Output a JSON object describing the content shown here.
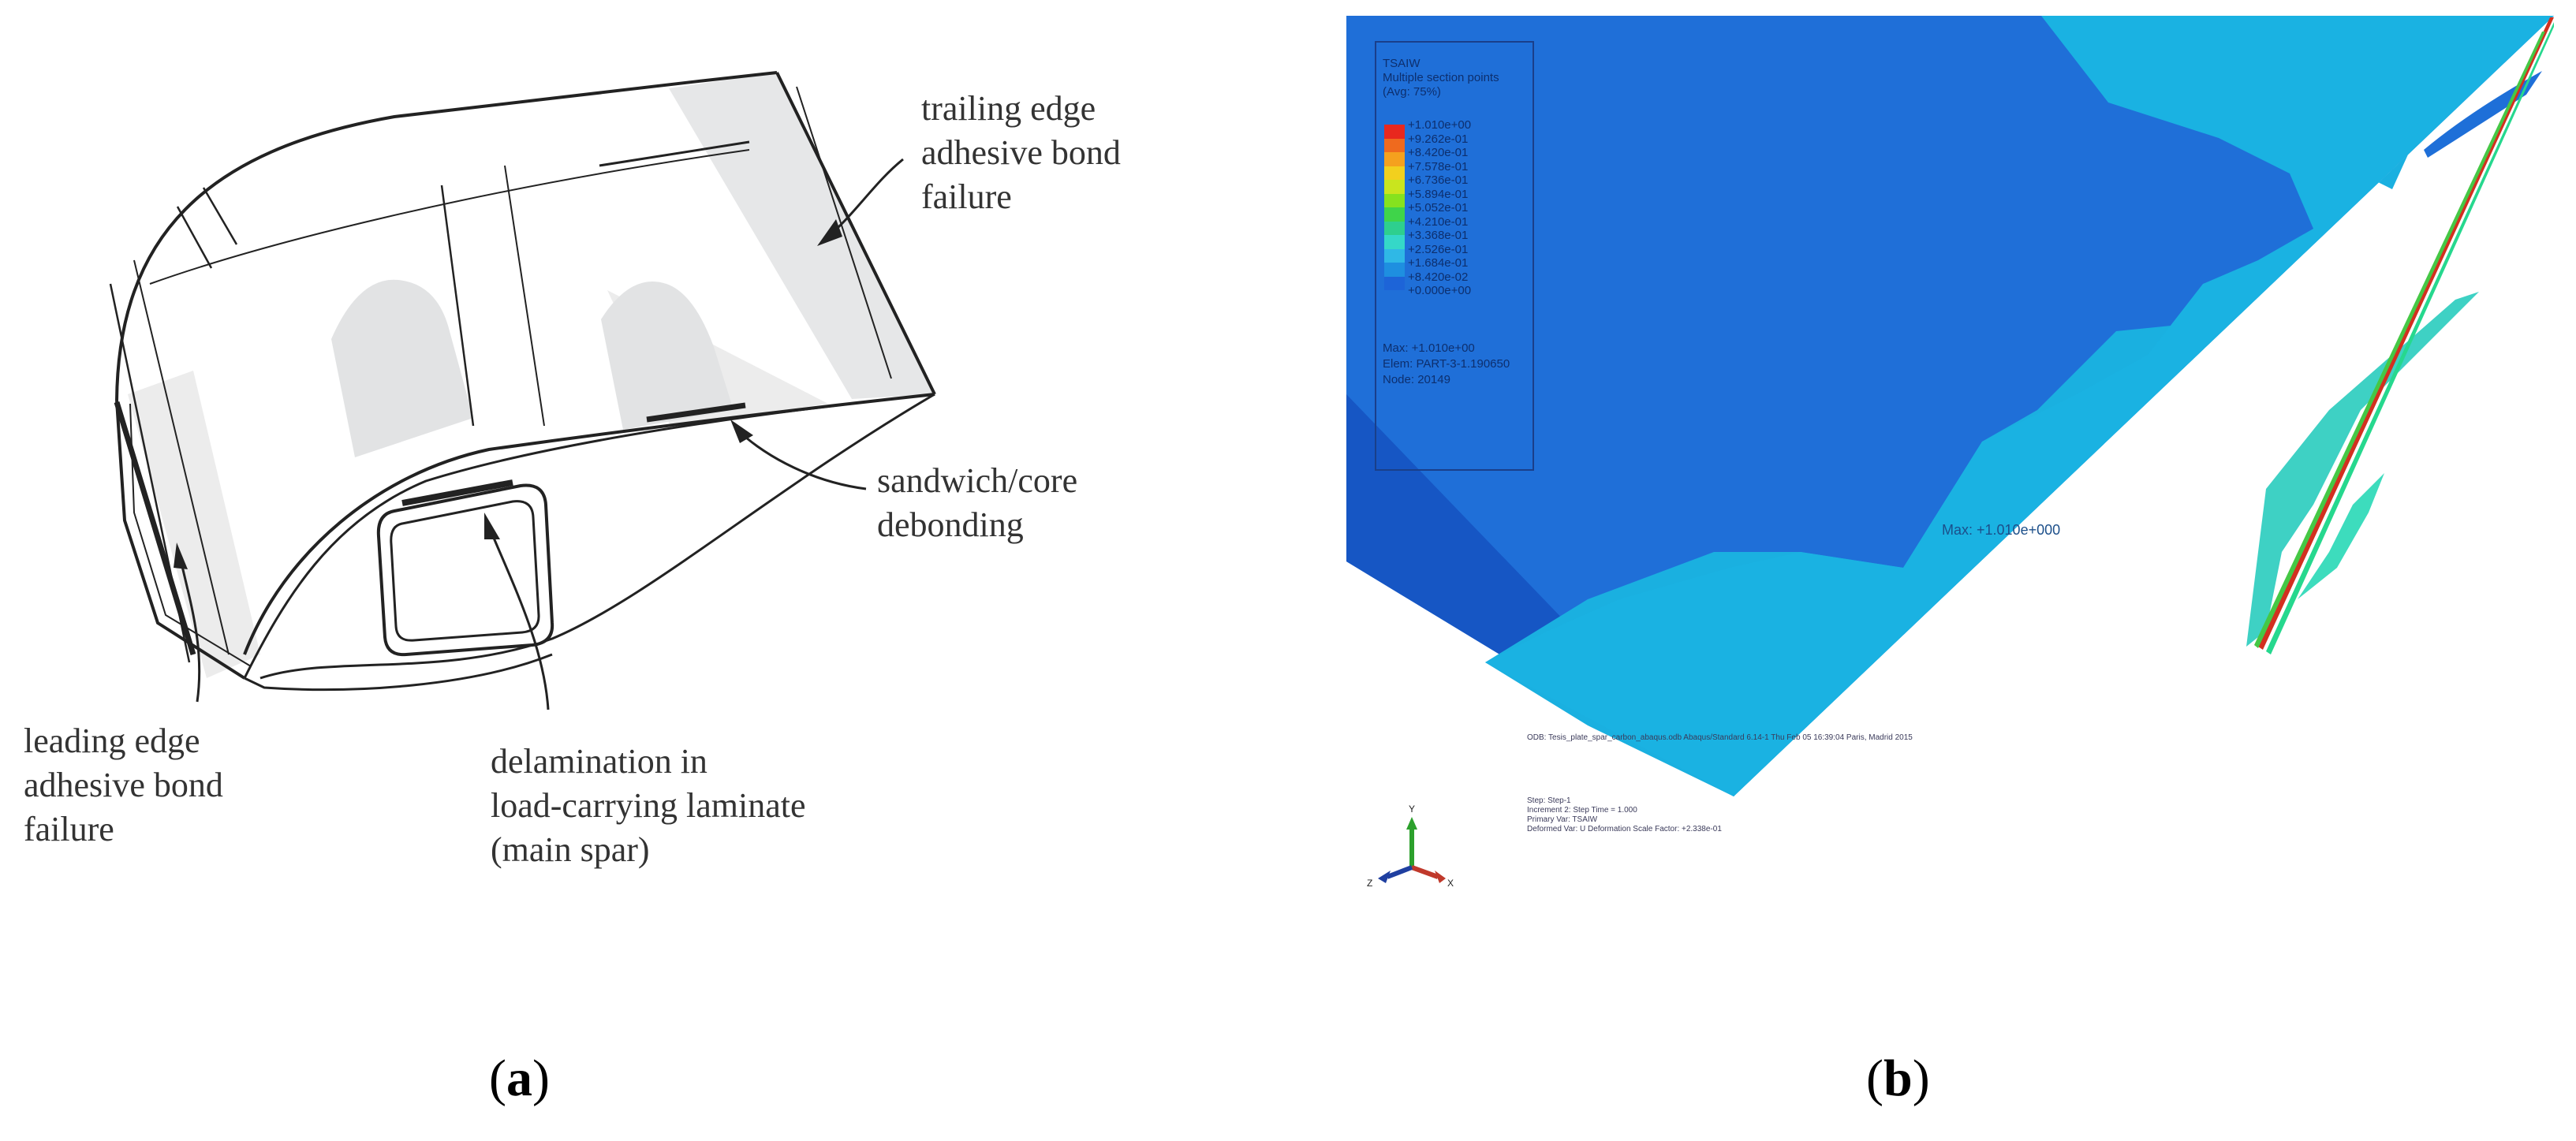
{
  "panel_a": {
    "annotations": {
      "trailing_edge": [
        "trailing edge",
        "adhesive bond",
        "failure"
      ],
      "sandwich": [
        "sandwich/core",
        "debonding"
      ],
      "leading_edge": [
        "leading edge",
        "adhesive bond",
        "failure"
      ],
      "delamination": [
        "delamination in",
        "load-carrying laminate",
        "(main spar)"
      ]
    },
    "caption": {
      "open": "(",
      "letter": "a",
      "close": ")"
    }
  },
  "panel_b": {
    "legend": {
      "title": "TSAIW",
      "subtitle": "Multiple section points",
      "avg": "(Avg: 75%)",
      "ticks": [
        "+1.010e+00",
        "+9.262e-01",
        "+8.420e-01",
        "+7.578e-01",
        "+6.736e-01",
        "+5.894e-01",
        "+5.052e-01",
        "+4.210e-01",
        "+3.368e-01",
        "+2.526e-01",
        "+1.684e-01",
        "+8.420e-02",
        "+0.000e+00"
      ],
      "colors": [
        "#e8281e",
        "#ef6a1e",
        "#f5a11e",
        "#f2d01e",
        "#c9e51e",
        "#86e21e",
        "#3fd44a",
        "#2ecf8e",
        "#35d8c8",
        "#2fb8e6",
        "#1e8fe0",
        "#1d64d8"
      ],
      "max": "Max: +1.010e+00",
      "elem": "Elem: PART-3-1.190650",
      "node": "Node: 20149"
    },
    "max_label": "Max: +1.010e+000",
    "footer": {
      "odb": "ODB: Tesis_plate_spar_carbon_abaqus.odb    Abaqus/Standard 6.14-1    Thu Feb 05 16:39:04 Paris, Madrid 2015",
      "step": "Step: Step-1",
      "increment": "Increment    2: Step Time =    1.000",
      "primary": "Primary Var: TSAIW",
      "deformed": "Deformed Var: U   Deformation Scale Factor: +2.338e-01"
    },
    "axes": {
      "y": "Y",
      "z": "Z",
      "x": "X"
    },
    "caption": {
      "open": "(",
      "letter": "b",
      "close": ")"
    }
  }
}
